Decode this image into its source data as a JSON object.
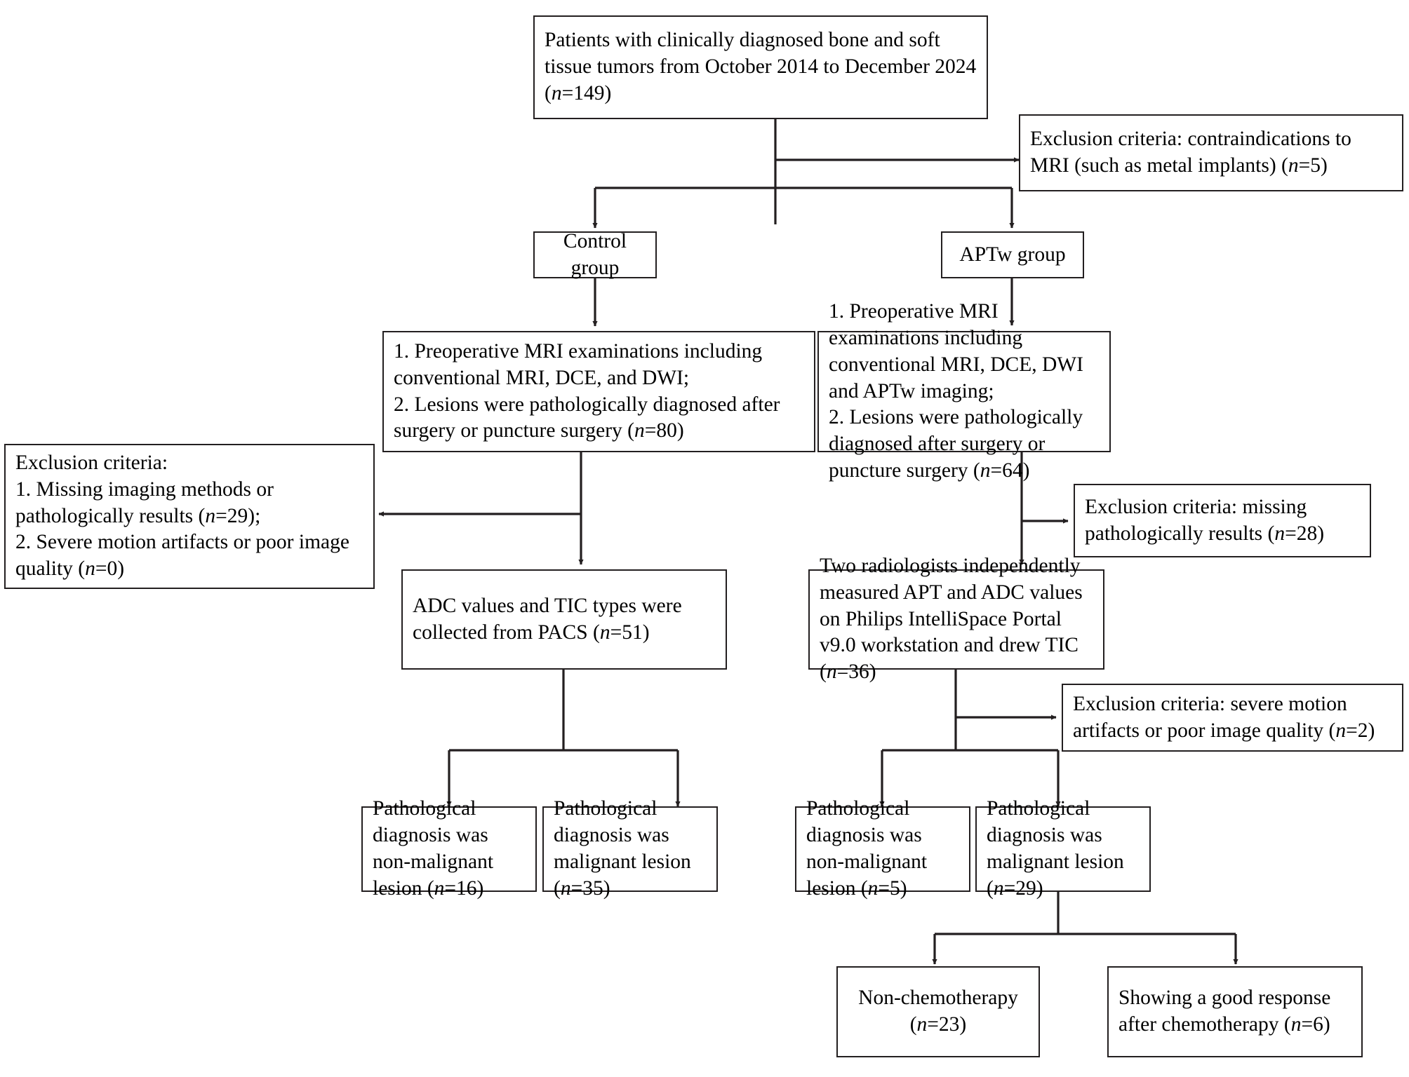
{
  "diagram": {
    "type": "flowchart",
    "title": "Patient enrollment and exclusion flowchart for bone and soft tissue tumor MRI study",
    "stroke_color": "#231f20",
    "background_color": "#ffffff",
    "nodes": [
      {
        "id": "enrollment",
        "text": "Patients with clinically diagnosed bone and soft tissue tumors from October 2014 to December 2024 (n=149)",
        "n": 149
      },
      {
        "id": "exclusion-mri",
        "text": "Exclusion criteria: contraindications to MRI (such as metal implants) (n=5)",
        "n": 5
      },
      {
        "id": "control-group",
        "text": "Control group",
        "n": null
      },
      {
        "id": "aptw-group",
        "text": "APTw group",
        "n": null
      },
      {
        "id": "control-methods",
        "text": "1. Preoperative MRI examinations including conventional MRI, DCE, and DWI;\n2. Lesions were pathologically diagnosed after surgery or puncture surgery (n=80)",
        "n": 80
      },
      {
        "id": "aptw-methods",
        "text": "1. Preoperative MRI examinations including conventional MRI, DCE, DWI and APTw imaging;\n2. Lesions were pathologically diagnosed after surgery or puncture surgery (n=64)",
        "n": 64
      },
      {
        "id": "exclusion-control",
        "text": "Exclusion criteria:\n1. Missing imaging methods or pathologically results (n=29);\n2. Severe motion artifacts or poor image quality (n=0)",
        "n": 29
      },
      {
        "id": "exclusion-aptw-path",
        "text": "Exclusion criteria: missing pathologically results (n=28)",
        "n": 28
      },
      {
        "id": "control-data",
        "text": "ADC values and TIC types were collected from PACS (n=51)",
        "n": 51
      },
      {
        "id": "aptw-data",
        "text": "Two radiologists independently measured APT and ADC values on Philips IntelliSpace Portal v9.0 workstation and drew TIC (n=36)",
        "n": 36
      },
      {
        "id": "exclusion-aptw-motion",
        "text": "Exclusion criteria: severe motion artifacts or poor image quality (n=2)",
        "n": 2
      },
      {
        "id": "control-nonmalignant",
        "text": "Pathological diagnosis was non-malignant lesion (n=16)",
        "n": 16
      },
      {
        "id": "control-malignant",
        "text": "Pathological diagnosis was malignant lesion (n=35)",
        "n": 35
      },
      {
        "id": "aptw-nonmalignant",
        "text": "Pathological diagnosis was non-malignant lesion (n=5)",
        "n": 5
      },
      {
        "id": "aptw-malignant",
        "text": "Pathological diagnosis was malignant lesion (n=29)",
        "n": 29
      },
      {
        "id": "non-chemotherapy",
        "text": "Non-chemotherapy (n=23)",
        "n": 23
      },
      {
        "id": "good-response",
        "text": "Showing a good response after chemotherapy (n=6)",
        "n": 6
      }
    ]
  }
}
